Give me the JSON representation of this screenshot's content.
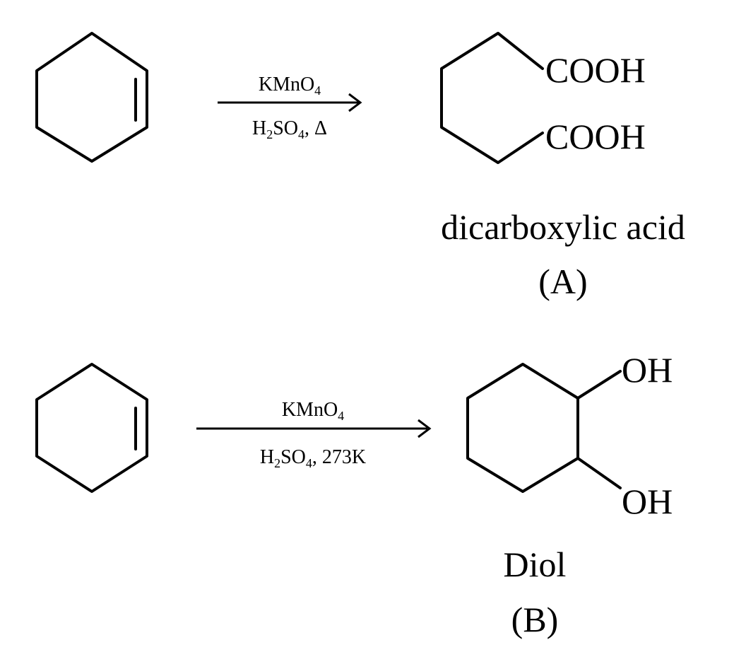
{
  "reaction_a": {
    "reagent_top": {
      "main": "KMnO",
      "sub": "4"
    },
    "reagent_bottom": {
      "p1": "H",
      "s1": "2",
      "p2": "SO",
      "s2": "4",
      "p3": ", Δ"
    },
    "product_group_top": "COOH",
    "product_group_bottom": "COOH",
    "product_name": "dicarboxylic acid",
    "product_label": "(A)"
  },
  "reaction_b": {
    "reagent_top": {
      "main": "KMnO",
      "sub": "4"
    },
    "reagent_bottom": {
      "p1": "H",
      "s1": "2",
      "p2": "SO",
      "s2": "4",
      "p3": ", 273K"
    },
    "product_group_top": "OH",
    "product_group_bottom": "OH",
    "product_name": "Diol",
    "product_label": "(B)"
  }
}
